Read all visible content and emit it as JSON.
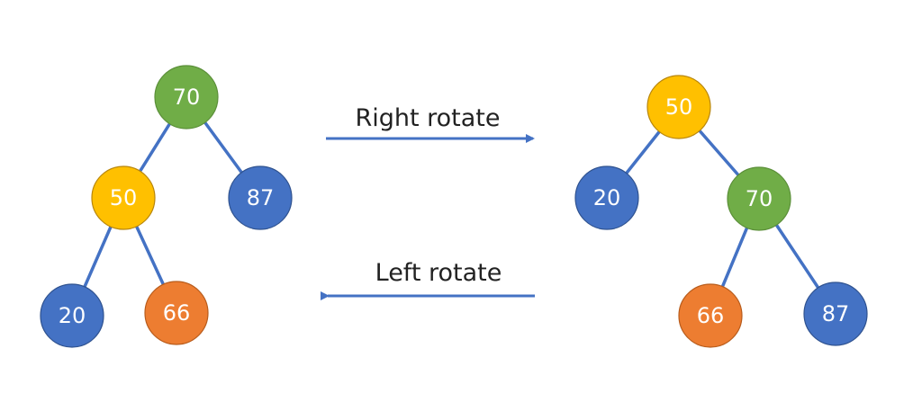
{
  "colors": {
    "edge": "#4472c4",
    "green": "#70ad47",
    "yellow": "#ffc000",
    "blue": "#4472c4",
    "orange": "#ed7d31"
  },
  "left_tree": {
    "nodes": [
      {
        "id": "70",
        "label": "70",
        "color": "green"
      },
      {
        "id": "50",
        "label": "50",
        "color": "yellow"
      },
      {
        "id": "87",
        "label": "87",
        "color": "blue"
      },
      {
        "id": "20",
        "label": "20",
        "color": "blue"
      },
      {
        "id": "66",
        "label": "66",
        "color": "orange"
      }
    ],
    "edges": [
      [
        "70",
        "50"
      ],
      [
        "70",
        "87"
      ],
      [
        "50",
        "20"
      ],
      [
        "50",
        "66"
      ]
    ]
  },
  "right_tree": {
    "nodes": [
      {
        "id": "50",
        "label": "50",
        "color": "yellow"
      },
      {
        "id": "20",
        "label": "20",
        "color": "blue"
      },
      {
        "id": "70",
        "label": "70",
        "color": "green"
      },
      {
        "id": "66",
        "label": "66",
        "color": "orange"
      },
      {
        "id": "87",
        "label": "87",
        "color": "blue"
      }
    ],
    "edges": [
      [
        "50",
        "20"
      ],
      [
        "50",
        "70"
      ],
      [
        "70",
        "66"
      ],
      [
        "70",
        "87"
      ]
    ]
  },
  "arrows": {
    "right_rotate": {
      "label": "Right rotate",
      "direction": "right"
    },
    "left_rotate": {
      "label": "Left rotate",
      "direction": "left"
    }
  }
}
